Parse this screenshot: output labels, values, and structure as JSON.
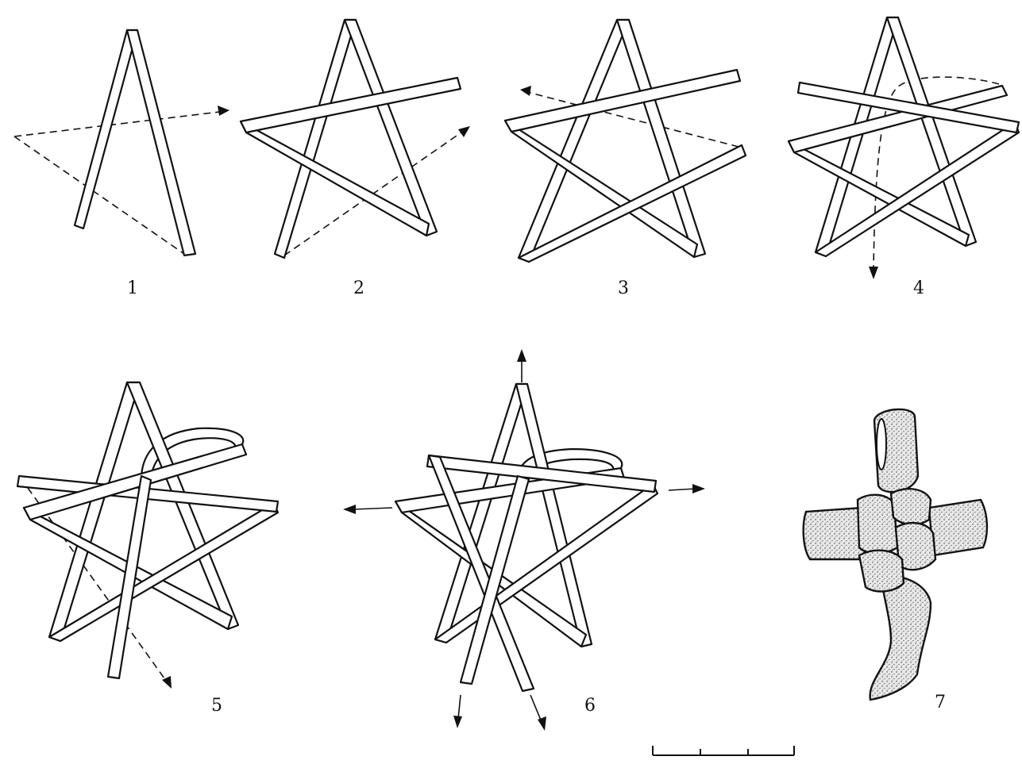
{
  "figure": {
    "steps": [
      {
        "number": "1"
      },
      {
        "number": "2"
      },
      {
        "number": "3"
      },
      {
        "number": "4"
      },
      {
        "number": "5"
      },
      {
        "number": "6"
      },
      {
        "number": "7"
      }
    ],
    "scale_bar": {
      "segments": 3
    }
  }
}
